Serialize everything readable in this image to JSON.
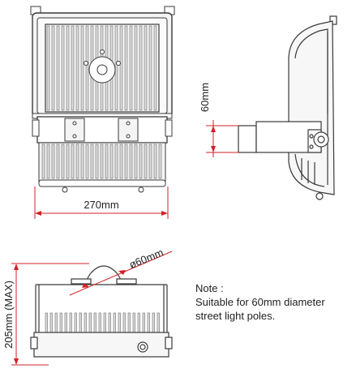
{
  "dimensions": {
    "width_label": "270mm",
    "side_height_label": "60mm",
    "pole_diameter_label": "ø60mm",
    "total_height_label": "205mm (MAX)"
  },
  "note": {
    "title": "Note :",
    "line1": "Suitable for 60mm diameter",
    "line2": "street light poles."
  },
  "colors": {
    "dimension_line": "#d42027",
    "outline": "#3a3a3a",
    "fin_fill": "#dcdcdc"
  }
}
